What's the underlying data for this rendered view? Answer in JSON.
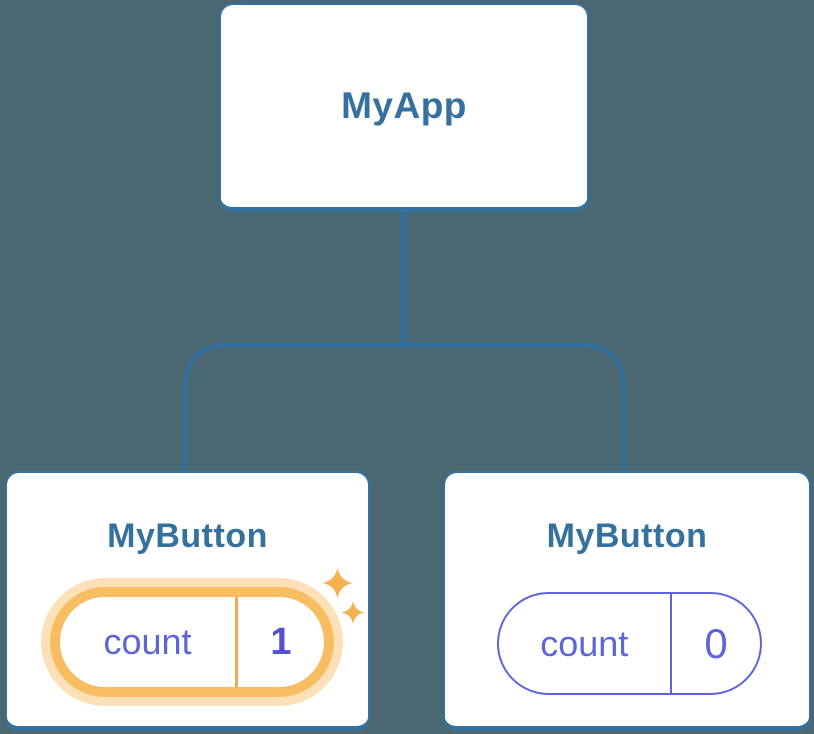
{
  "diagram": {
    "type": "component-tree",
    "root": {
      "title": "MyApp"
    },
    "children": [
      {
        "title": "MyButton",
        "state": {
          "label": "count",
          "value": "1"
        },
        "highlighted": true
      },
      {
        "title": "MyButton",
        "state": {
          "label": "count",
          "value": "0"
        },
        "highlighted": false
      }
    ]
  },
  "icons": {
    "sparkle_large": "sparkle-icon",
    "sparkle_small": "sparkle-icon"
  },
  "colors": {
    "background": "#4B6771",
    "card_background": "#FFFFFF",
    "card_border": "#33729F",
    "connector_line": "#2F6F9F",
    "title_text": "#35719F",
    "state_text": "#5D64DC",
    "state_value_updated": "#5250CE",
    "highlight_ring": "#F8BC61",
    "highlight_halo": "#FBDFB2",
    "highlight_divider": "#F0A74E",
    "sparkle": "#F5B04F"
  }
}
